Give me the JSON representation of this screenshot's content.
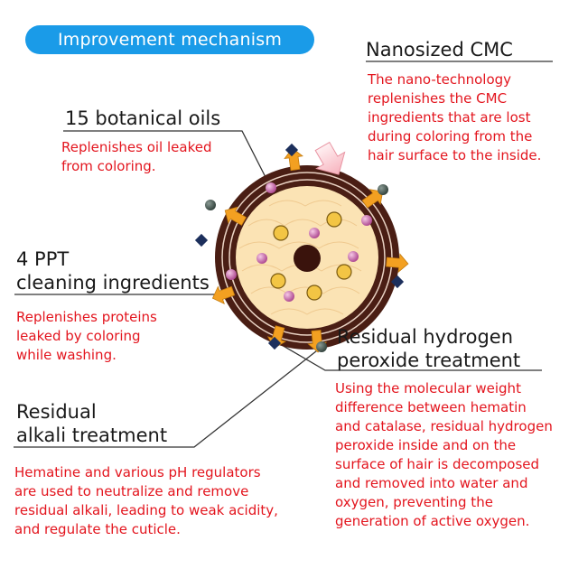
{
  "title": "Improvement mechanism",
  "colors": {
    "title_bg": "#1a9be8",
    "heading_text": "#1a1a1a",
    "desc_text": "#e3151e",
    "hair_outer": "#4a1e14",
    "hair_core": "#fbe3b4",
    "medulla": "#3a130c",
    "arrow": "#f3a021",
    "diamond": "#1c2f5c",
    "dot_gray": "#4a5a55",
    "pink_bead": "#c767a8"
  },
  "sections": {
    "cmc": {
      "heading": "Nanosized CMC",
      "desc": [
        "The nano-technology",
        "replenishes the CMC",
        "ingredients that are lost",
        "during coloring from the",
        "hair surface to the inside."
      ]
    },
    "oils": {
      "heading": "15 botanical oils",
      "desc": [
        "Replenishes oil leaked",
        "from coloring."
      ]
    },
    "ppt": {
      "heading": [
        "4 PPT",
        "cleaning ingredients"
      ],
      "desc": [
        "Replenishes proteins",
        "leaked by coloring",
        "while washing."
      ]
    },
    "peroxide": {
      "heading": [
        "Residual hydrogen",
        "peroxide treatment"
      ],
      "desc": [
        "Using the molecular weight",
        "difference between hematin",
        "and catalase, residual hydrogen",
        "peroxide inside and on the",
        "surface of hair is decomposed",
        "and removed into water and",
        "oxygen, preventing the",
        "generation of active oxygen."
      ]
    },
    "alkali": {
      "heading": [
        "Residual",
        "alkali treatment"
      ],
      "desc": [
        "Hematine and various pH regulators",
        "are used to neutralize and remove",
        "residual alkali, leading to weak acidity,",
        "and regulate the cuticle."
      ]
    }
  }
}
